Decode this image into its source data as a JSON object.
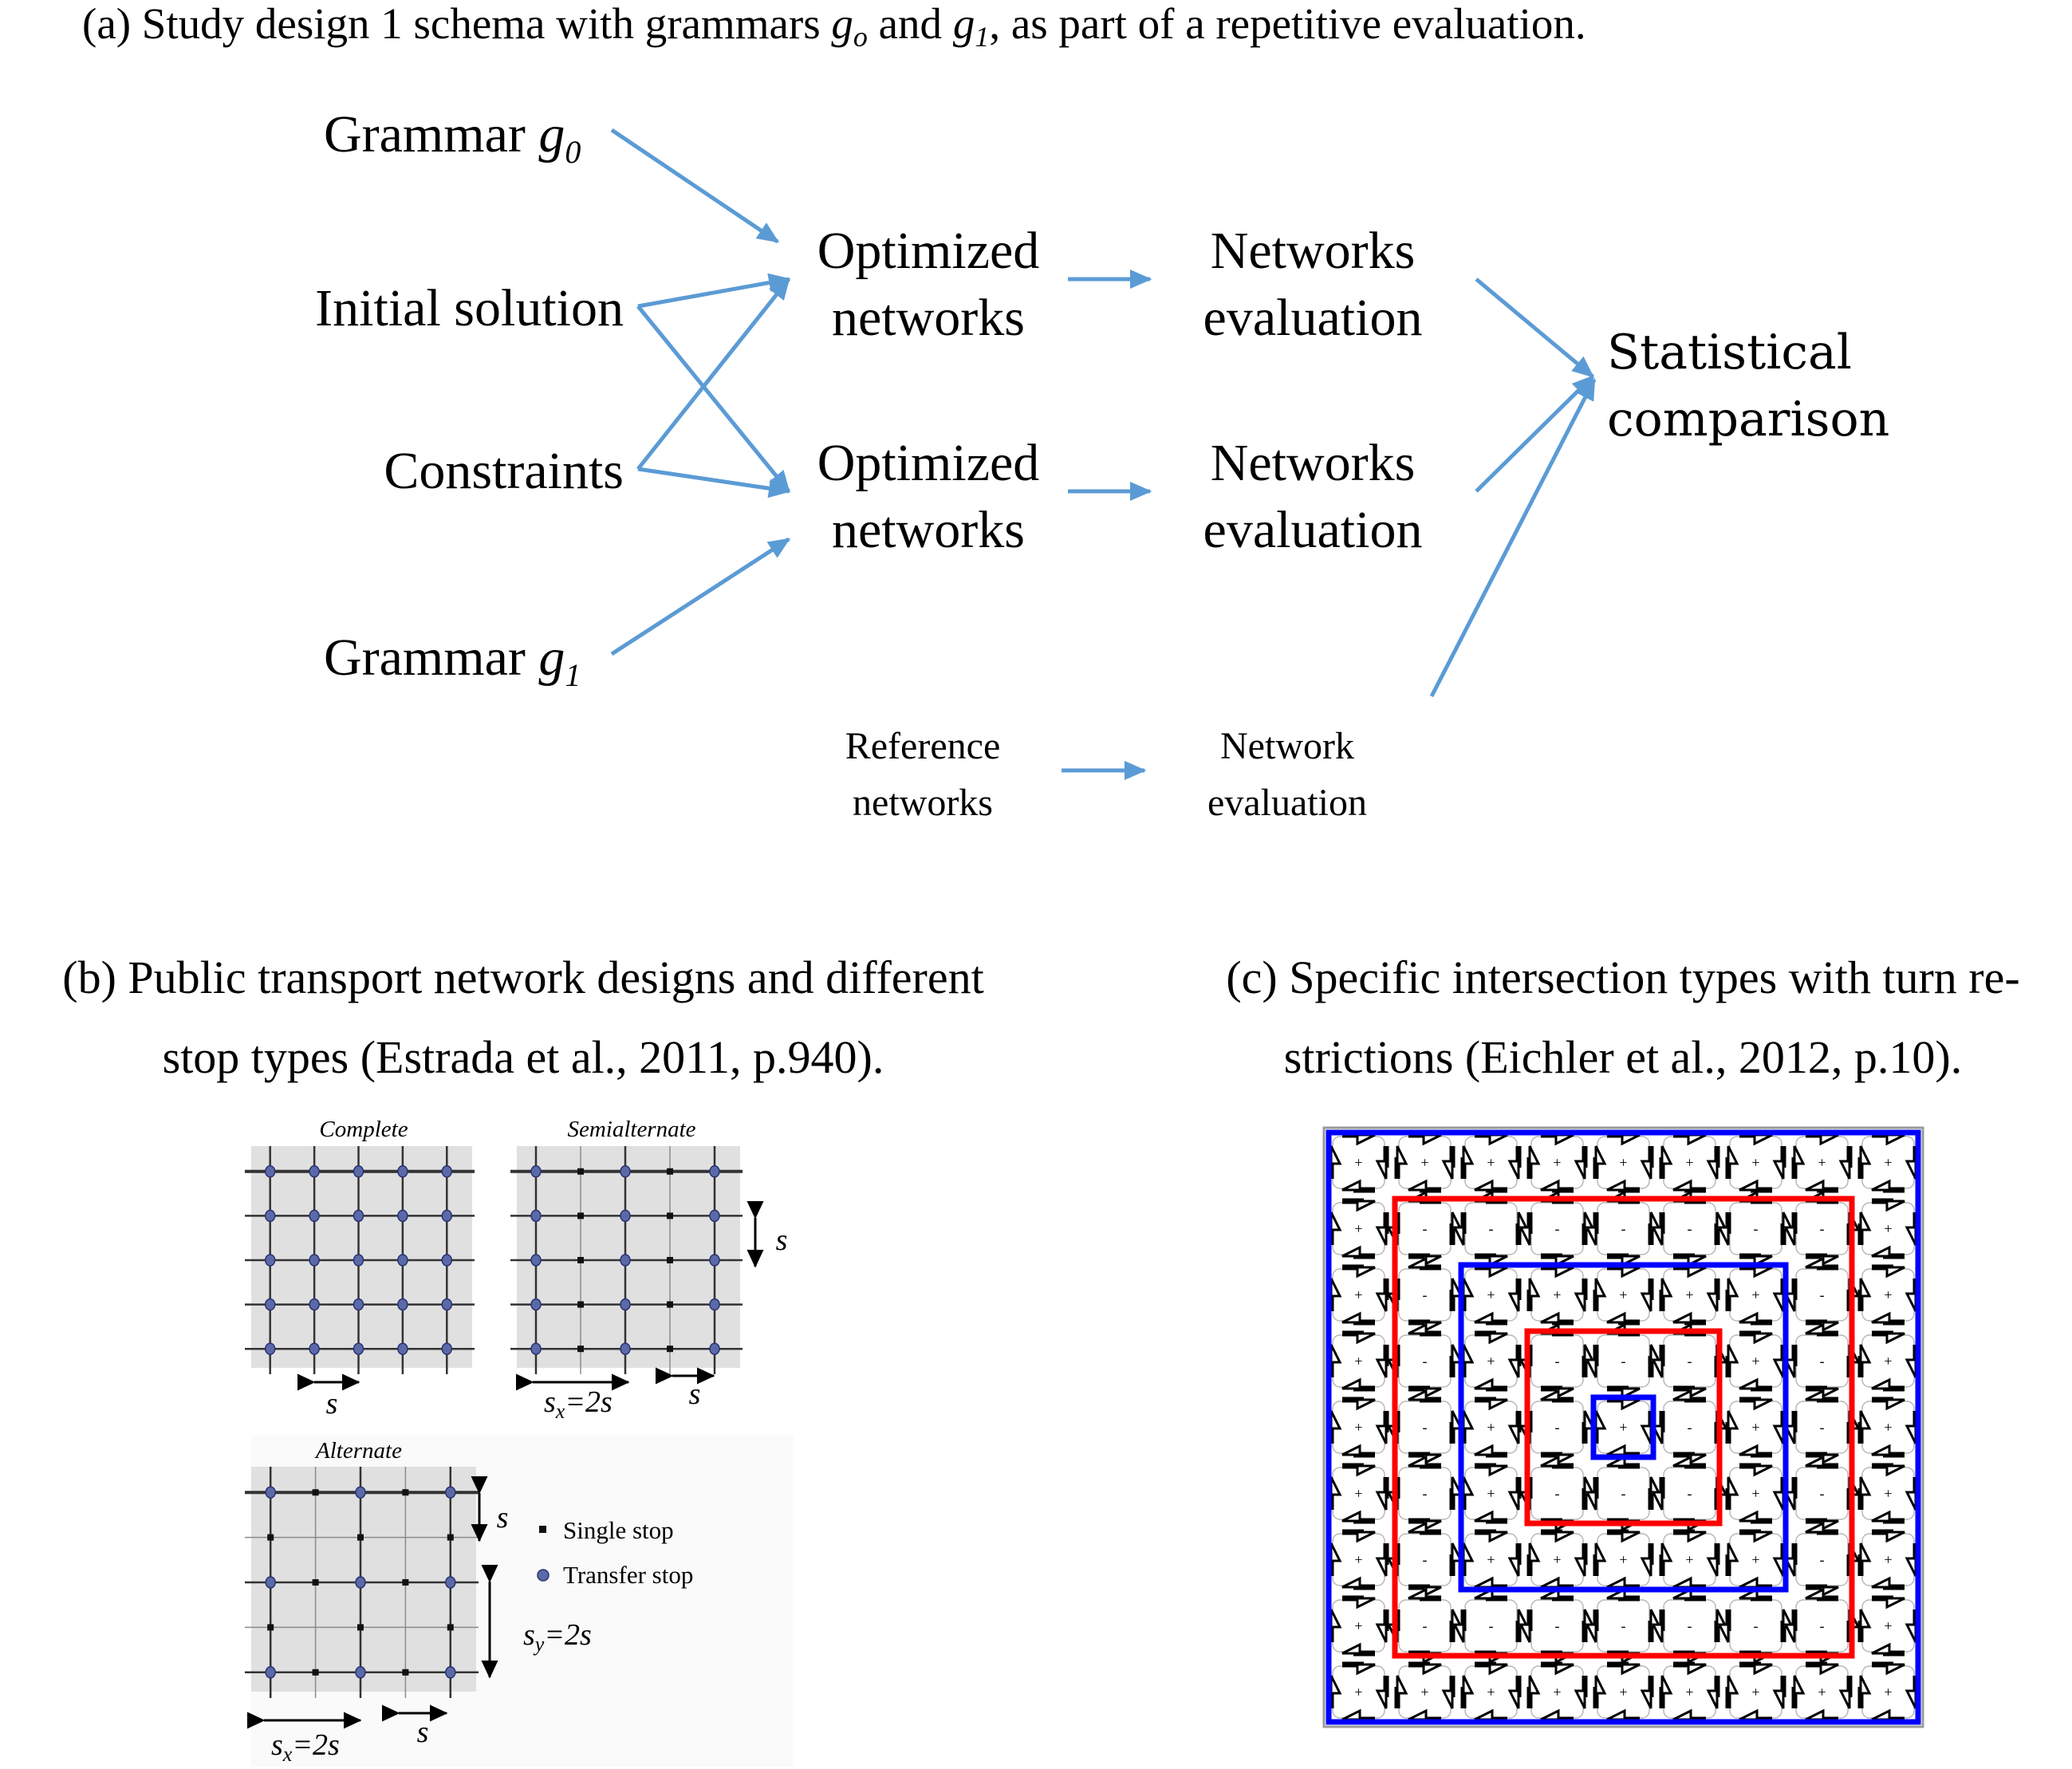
{
  "panel_a": {
    "title": {
      "prefix": "(a)  Study design 1 schema with grammars ",
      "g_o": "g",
      "g_o_sub": "o",
      "and": " and ",
      "g_1": "g",
      "g_1_sub": "1",
      "suffix": ", as part of a repetitive evaluation."
    },
    "inputs": {
      "grammar_0": {
        "label": "Grammar ",
        "symbol": "g",
        "sub": "0"
      },
      "initial_solution": "Initial solution",
      "constraints": "Constraints",
      "grammar_1": {
        "label": "Grammar ",
        "symbol": "g",
        "sub": "1"
      }
    },
    "optimized_1": [
      "Optimized",
      "networks"
    ],
    "optimized_2": [
      "Optimized",
      "networks"
    ],
    "evaluation_1": [
      "Networks",
      "evaluation"
    ],
    "evaluation_2": [
      "Networks",
      "evaluation"
    ],
    "reference": [
      "Reference",
      "networks"
    ],
    "reference_evaluation": [
      "Network",
      "evaluation"
    ],
    "statistical": [
      "Statistical",
      "comparison"
    ],
    "arrow_color": "#5B9BD5",
    "edges": [
      [
        "grammar_0",
        "optimized_1"
      ],
      [
        "initial_solution",
        "optimized_1"
      ],
      [
        "initial_solution",
        "optimized_2"
      ],
      [
        "constraints",
        "optimized_1"
      ],
      [
        "constraints",
        "optimized_2"
      ],
      [
        "grammar_1",
        "optimized_2"
      ],
      [
        "optimized_1",
        "evaluation_1"
      ],
      [
        "optimized_2",
        "evaluation_2"
      ],
      [
        "reference",
        "reference_evaluation"
      ],
      [
        "evaluation_1",
        "statistical"
      ],
      [
        "evaluation_2",
        "statistical"
      ],
      [
        "reference_evaluation",
        "statistical"
      ]
    ]
  },
  "panel_b": {
    "caption": [
      "(b) Public transport network designs and different",
      "stop types (Estrada et al., 2011, p.940)."
    ],
    "grids": [
      {
        "name": "Complete",
        "pattern": "complete"
      },
      {
        "name": "Semialternate",
        "pattern": "semialternate"
      },
      {
        "name": "Alternate",
        "pattern": "alternate"
      }
    ],
    "dimension_labels": {
      "s": "s",
      "sx": "s",
      "sx_sub": "x",
      "sy": "s",
      "sy_sub": "y",
      "eq_2s": "=2s"
    },
    "legend": [
      {
        "marker": "square",
        "label": "Single stop"
      },
      {
        "marker": "circle",
        "label": "Transfer stop"
      }
    ],
    "colors": {
      "transfer_stop": "#5A6AA8",
      "single_stop": "#111111",
      "grid_bg": "#E0E0E0"
    }
  },
  "panel_c": {
    "caption": [
      "(c) Specific intersection types with turn re-",
      "strictions (Eichler et al., 2012, p.10)."
    ],
    "grid_blocks": 9,
    "ring_signs": [
      "+",
      "-",
      "+",
      "-",
      "+"
    ],
    "ring_colors": [
      "#0000FF",
      "#FF0000",
      "#0000FF",
      "#FF0000",
      "#0000FF"
    ]
  }
}
